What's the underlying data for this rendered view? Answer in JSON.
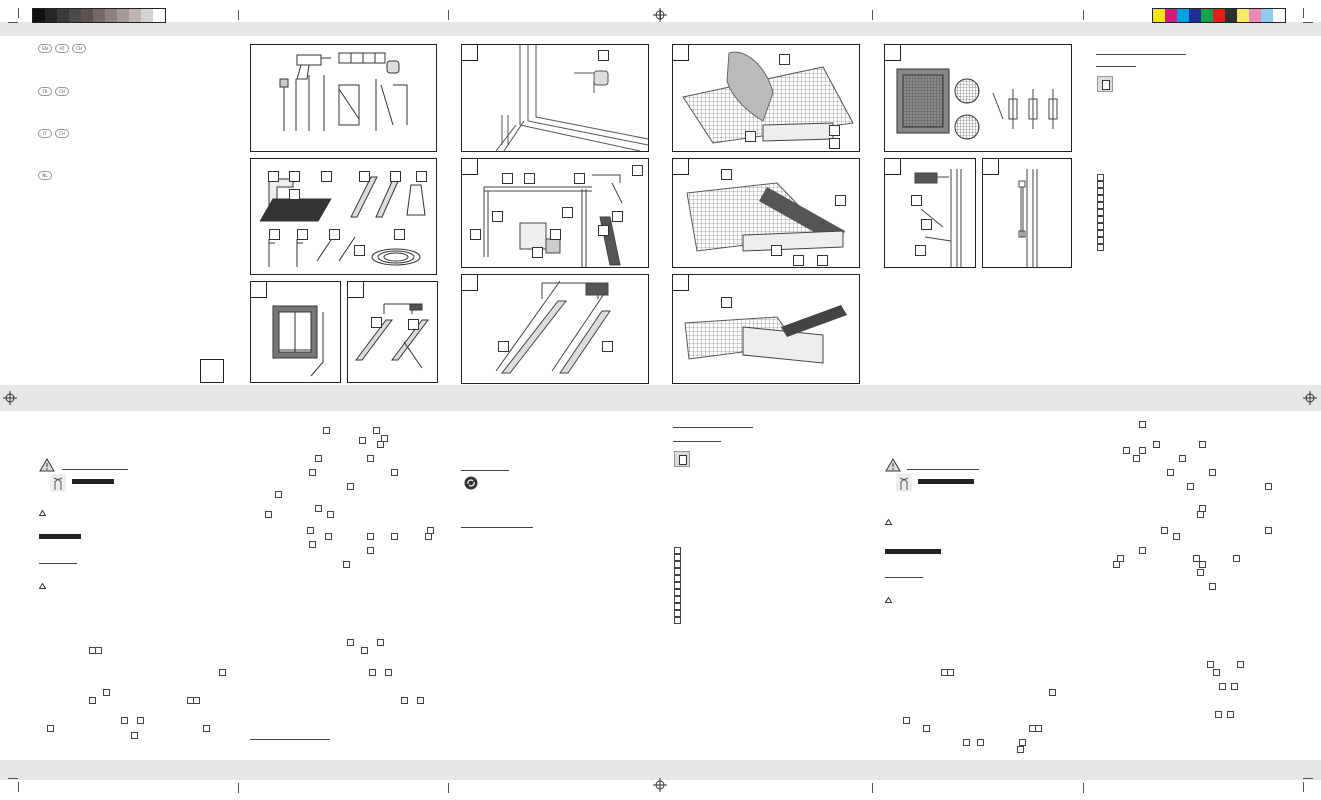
{
  "page": {
    "language_badges": [
      "EN",
      "AT",
      "CH",
      "FR",
      "CH",
      "IT",
      "CH",
      "NL"
    ],
    "color_bar_left": [
      "#111111",
      "#262626",
      "#3a3a3a",
      "#4b4b4b",
      "#5e5151",
      "#776868",
      "#8c8080",
      "#a49999",
      "#bdb4b4",
      "#d6d1d1",
      "#ffffff"
    ],
    "color_bar_right": [
      "#f2e600",
      "#d6197f",
      "#00a0e0",
      "#1d2f8f",
      "#15a04a",
      "#e2201b",
      "#303030",
      "#f5eb6a",
      "#e989b6",
      "#8ccdee",
      "#ffffff"
    ],
    "band_color": "#e6e6e6"
  }
}
